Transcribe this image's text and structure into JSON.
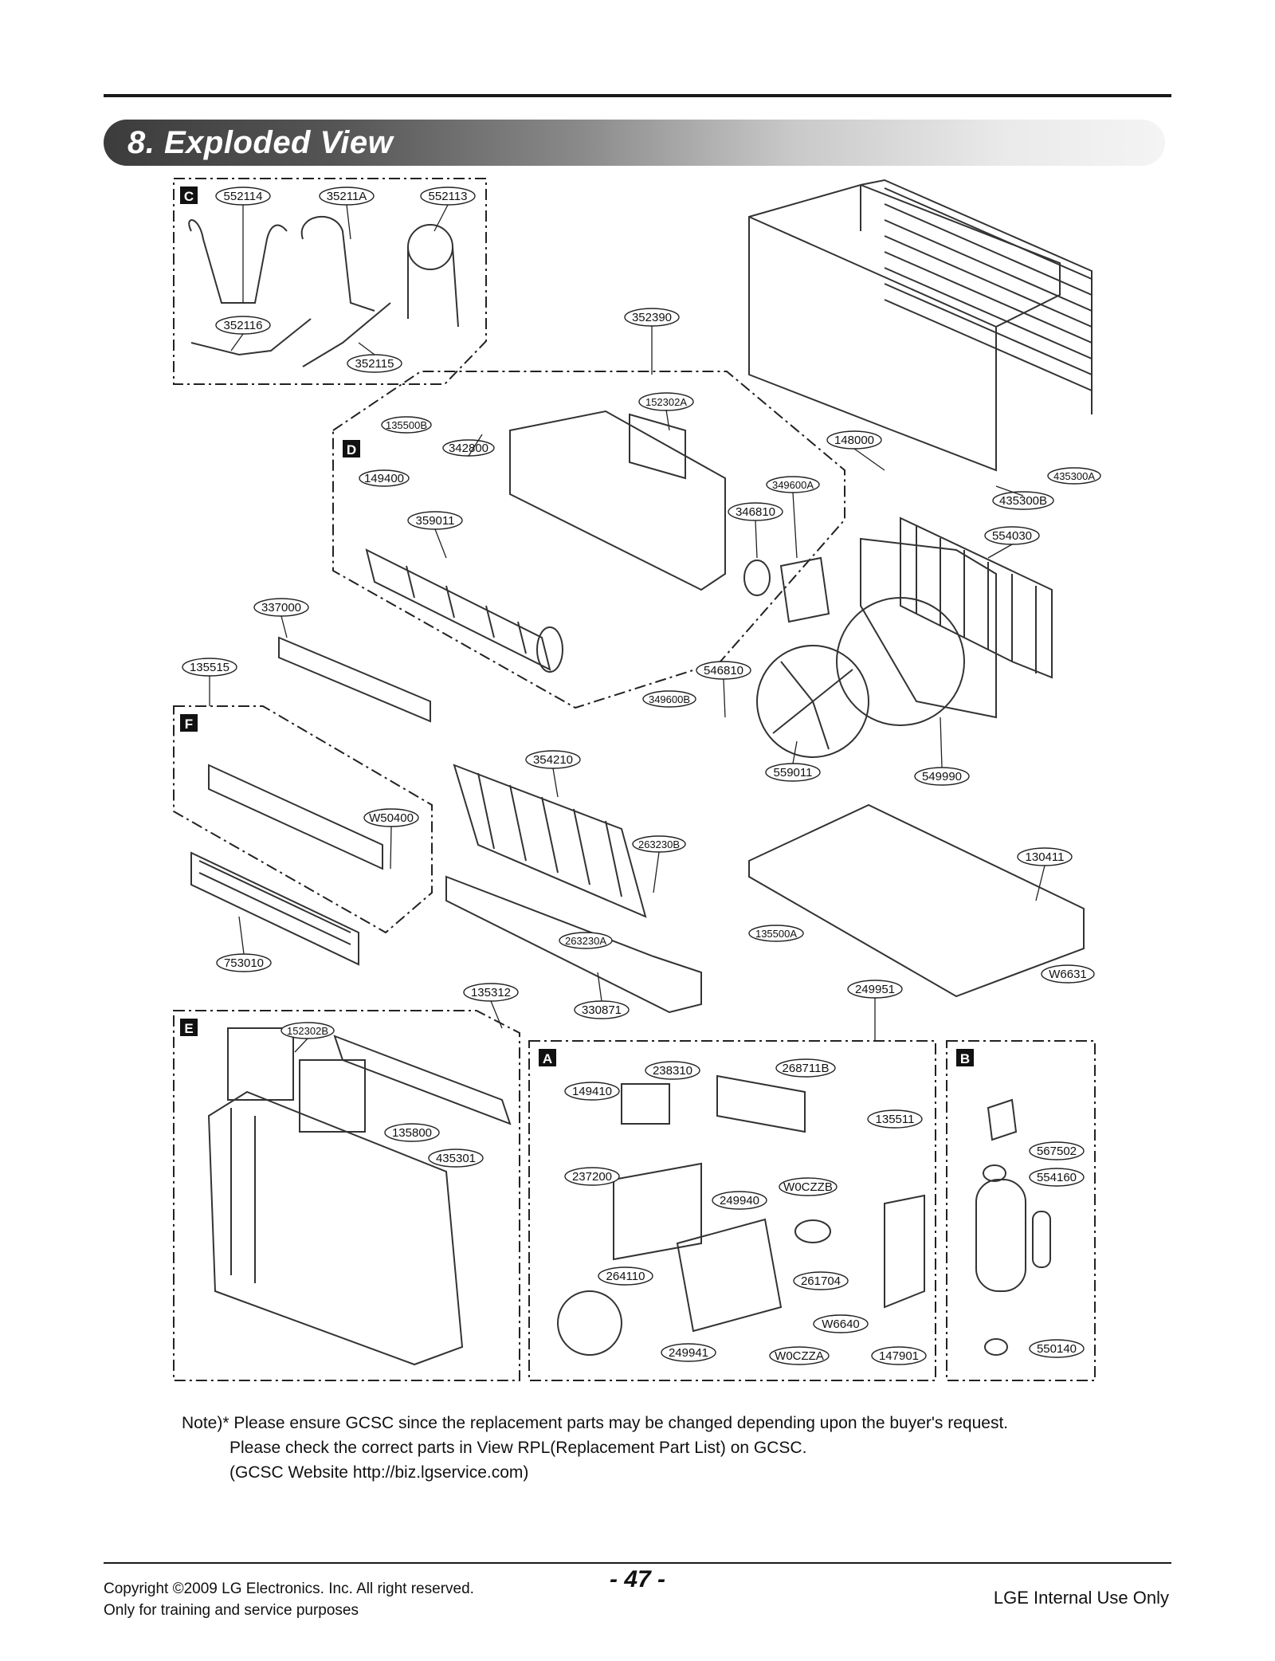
{
  "header": {
    "title": "8. Exploded View"
  },
  "sections": [
    "A",
    "B",
    "C",
    "D",
    "E",
    "F"
  ],
  "part_labels": {
    "p552114": "552114",
    "p35211A": "35211A",
    "p552113": "552113",
    "p352116": "352116",
    "p352115": "352115",
    "p352390": "352390",
    "p152302A": "152302A",
    "p135500B": "135500B",
    "p342800": "342800",
    "p149400": "149400",
    "p359011": "359011",
    "p148000": "148000",
    "p349600A": "349600A",
    "p346810": "346810",
    "p435300A": "435300A",
    "p435300B": "435300B",
    "p554030": "554030",
    "p337000": "337000",
    "p135515": "135515",
    "p546810": "546810",
    "p349600B": "349600B",
    "p559011": "559011",
    "p549990": "549990",
    "p354210": "354210",
    "pW50400": "W50400",
    "p263230B": "263230B",
    "p130411": "130411",
    "p263230A": "263230A",
    "p135500A": "135500A",
    "p753010": "753010",
    "pW6631": "W6631",
    "p135312": "135312",
    "p330871": "330871",
    "p249951": "249951",
    "p152302B": "152302B",
    "p435301": "435301",
    "p135800": "135800",
    "p238310": "238310",
    "p268711B": "268711B",
    "p149410": "149410",
    "p135511": "135511",
    "p237200": "237200",
    "pW0CZZB": "W0CZZB",
    "p249940": "249940",
    "p264110": "264110",
    "p261704": "261704",
    "pW6640": "W6640",
    "p249941": "249941",
    "pW0CZZA": "W0CZZA",
    "p147901": "147901",
    "p567502": "567502",
    "p554160": "554160",
    "p550140": "550140"
  },
  "note": {
    "line1": "Note)* Please ensure GCSC since the replacement parts may be changed depending upon the buyer's request.",
    "line2": "Please check  the correct parts in View RPL(Replacement Part List) on GCSC.",
    "line3": "(GCSC Website  http://biz.lgservice.com)"
  },
  "footer": {
    "copyright": "Copyright ©2009 LG Electronics. Inc. All right reserved.",
    "purpose": "Only for training and service purposes",
    "page": "- 47 -",
    "internal": "LGE Internal Use Only"
  }
}
